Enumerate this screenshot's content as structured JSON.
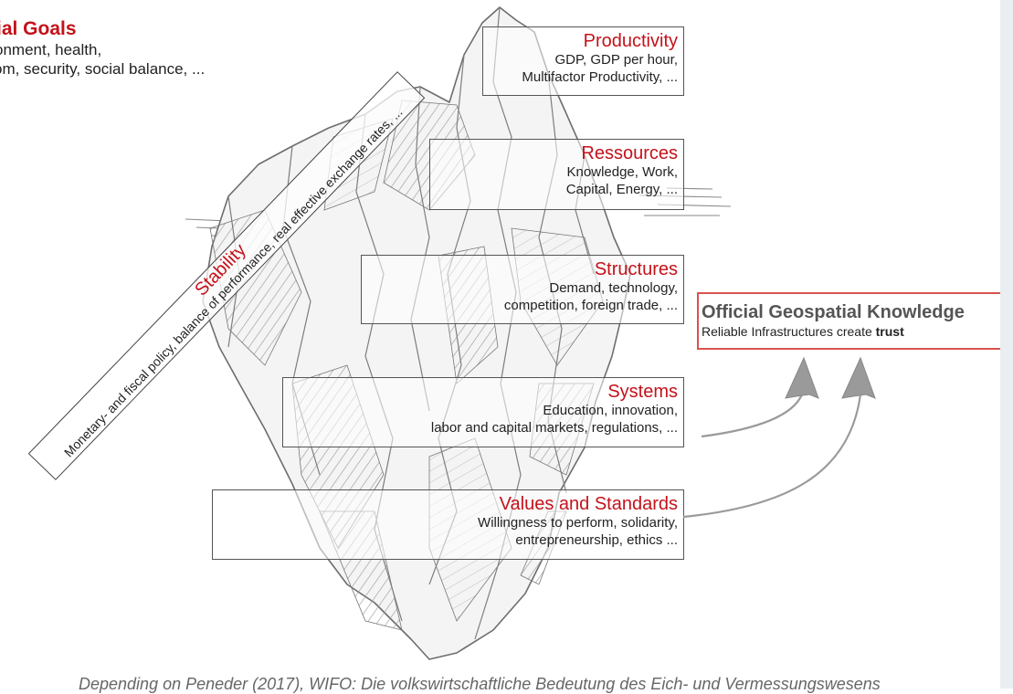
{
  "goals": {
    "title": "ial Goals",
    "line1": "onment, health,",
    "line2": "om, security, social balance, ..."
  },
  "stability": {
    "title": "Stability",
    "line": "Monetary- and fiscal policy, balance of performance, real effective exchange rates, ..."
  },
  "layers": [
    {
      "title": "Productivity",
      "line1": "GDP, GDP per hour,",
      "line2": "Multifactor Productivity, ..."
    },
    {
      "title": "Ressources",
      "line1": "Knowledge, Work,",
      "line2": "Capital, Energy, ..."
    },
    {
      "title": "Structures",
      "line1": "Demand, technology,",
      "line2": "competition, foreign trade, ..."
    },
    {
      "title": "Systems",
      "line1": "Education, innovation,",
      "line2": "labor and capital markets, regulations, ..."
    },
    {
      "title": "Values and Standards",
      "line1": "Willingness to perform, solidarity,",
      "line2": "entrepreneurship, ethics ..."
    }
  ],
  "official": {
    "title": "Official Geospatial Knowledge",
    "line_prefix": "Reliable Infrastructures create ",
    "line_bold": "trust"
  },
  "citation": "Depending on Peneder (2017), WIFO: Die volkswirtschaftliche Bedeutung des Eich- und Vermessungswesens",
  "colors": {
    "accent": "#c4121a",
    "official_border": "#d9534f",
    "arrow": "#9a9a9a"
  }
}
